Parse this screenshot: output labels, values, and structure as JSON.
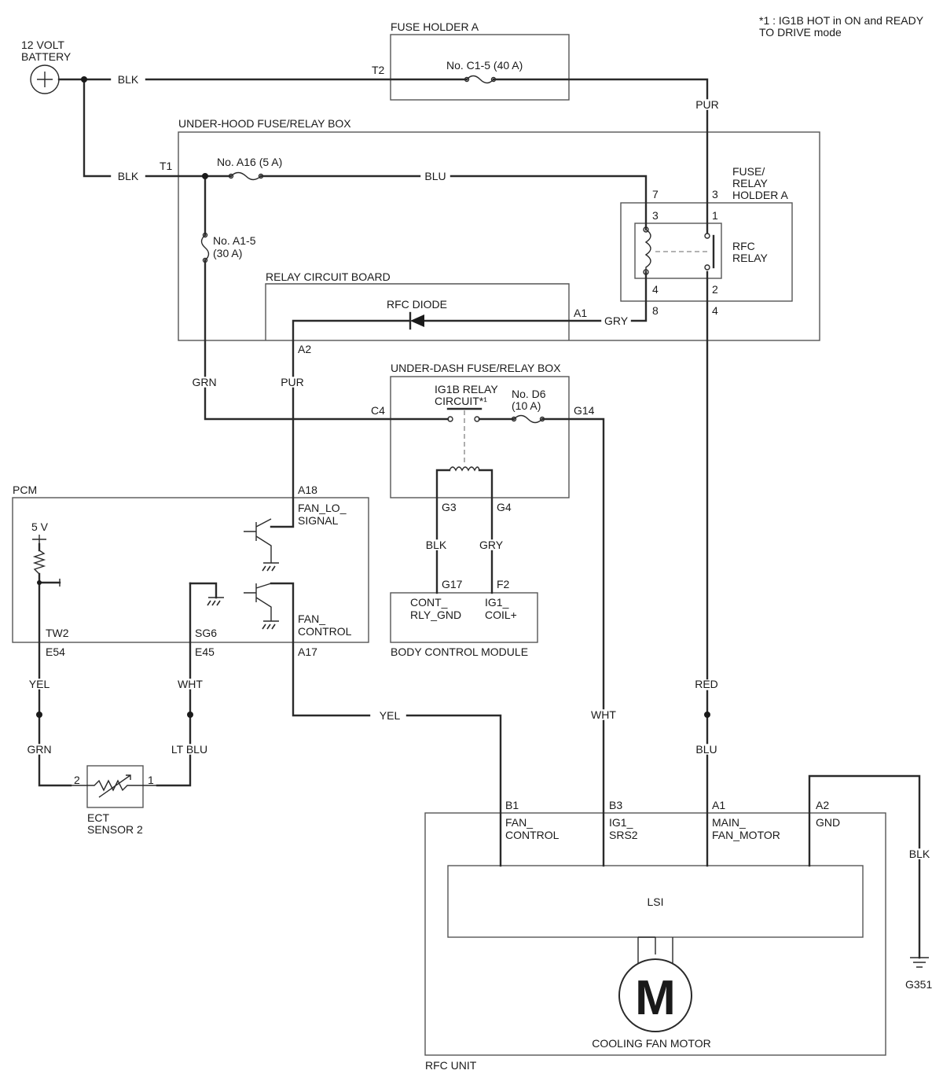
{
  "note": [
    "*1 : IG1B HOT in ON and READY",
    " TO DRIVE mode"
  ],
  "battery": [
    "12 VOLT",
    "BATTERY"
  ],
  "fuse_holder_a": {
    "title": "FUSE HOLDER A",
    "fuse": "No. C1-5 (40 A)",
    "term": "T2"
  },
  "under_hood": {
    "title": "UNDER-HOOD FUSE/RELAY BOX",
    "term_t1": "T1",
    "fuse_a16": "No. A16 (5 A)",
    "fuse_a15": [
      "No. A1-5",
      "(30 A)"
    ]
  },
  "fuse_relay_holder": {
    "title": [
      "FUSE/",
      "RELAY",
      "HOLDER A"
    ],
    "relay": [
      "RFC",
      "RELAY"
    ],
    "pins": {
      "c7": "7",
      "c3": "3",
      "r3": "3",
      "r1": "1",
      "r4": "4",
      "r2": "2",
      "c8": "8",
      "c4": "4"
    }
  },
  "relay_board": {
    "title": "RELAY CIRCUIT BOARD",
    "diode": "RFC DIODE",
    "a1": "A1",
    "a2": "A2"
  },
  "under_dash": {
    "title": "UNDER-DASH FUSE/RELAY BOX",
    "relay": [
      "IG1B RELAY",
      "CIRCUIT*¹"
    ],
    "fuse": [
      "No. D6",
      "(10 A)"
    ],
    "c4": "C4",
    "g14": "G14",
    "g3": "G3",
    "g4": "G4"
  },
  "pcm": {
    "title": "PCM",
    "v5": "5 V",
    "a18": "A18",
    "fan_lo": [
      "FAN_LO_",
      "SIGNAL"
    ],
    "fan_ctrl": [
      "FAN_",
      "CONTROL"
    ],
    "tw2": "TW2",
    "sg6": "SG6",
    "e54": "E54",
    "e45": "E45",
    "a17": "A17"
  },
  "bcm": {
    "title": "BODY CONTROL MODULE",
    "g17": "G17",
    "f2": "F2",
    "cont": [
      "CONT_",
      "RLY_GND"
    ],
    "ig1": [
      "IG1_",
      "COIL+"
    ]
  },
  "ect": {
    "label": [
      "ECT",
      "SENSOR 2"
    ],
    "pin2": "2",
    "pin1": "1"
  },
  "rfc_unit": {
    "title": "RFC UNIT",
    "lsi": "LSI",
    "motor_symbol": "M",
    "motor": "COOLING FAN MOTOR",
    "b1": "B1",
    "b3": "B3",
    "a1": "A1",
    "a2": "A2",
    "fan_control": [
      "FAN_",
      "CONTROL"
    ],
    "ig1_srs2": [
      "IG1_",
      "SRS2"
    ],
    "main_fan": [
      "MAIN_",
      "FAN_MOTOR"
    ],
    "gnd": "GND"
  },
  "ground": "G351",
  "wires": {
    "blk_top": "BLK",
    "blk_mid": "BLK",
    "pur_top": "PUR",
    "blu": "BLU",
    "gry": "GRY",
    "grn": "GRN",
    "pur": "PUR",
    "blk_g3": "BLK",
    "gry_g4": "GRY",
    "yel_left": "YEL",
    "wht_left": "WHT",
    "grn_left": "GRN",
    "ltblu": "LT BLU",
    "yel_mid": "YEL",
    "wht_mid": "WHT",
    "red": "RED",
    "blu_low": "BLU",
    "blk_right": "BLK"
  }
}
